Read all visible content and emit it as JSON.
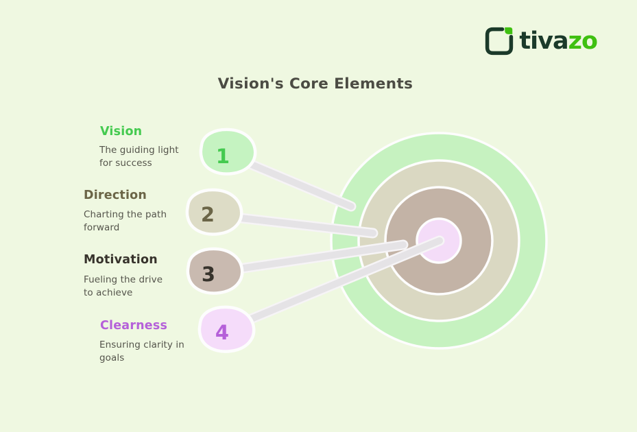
{
  "logo": {
    "brand_dark": "tiva",
    "brand_accent": "zo",
    "dark_color": "#1b3a2a",
    "accent_color": "#3fc011"
  },
  "title": "Vision's Core Elements",
  "items": [
    {
      "number": "1",
      "label": "Vision",
      "description": "The guiding light for success",
      "color": "#45ca50",
      "blob_color": "#c5f3c1"
    },
    {
      "number": "2",
      "label": "Direction",
      "description": "Charting the path forward",
      "color": "#6b6547",
      "blob_color": "#dddcc6"
    },
    {
      "number": "3",
      "label": "Motivation",
      "description": "Fueling the drive to achieve",
      "color": "#37332c",
      "blob_color": "#c9bab0"
    },
    {
      "number": "4",
      "label": "Clearness",
      "description": "Ensuring clarity in goals",
      "color": "#b560d9",
      "blob_color": "#f5dcfa"
    }
  ],
  "target": {
    "rings": [
      {
        "name": "outer-ring",
        "color": "#c6f2c0"
      },
      {
        "name": "second-ring",
        "color": "#dad8c2"
      },
      {
        "name": "third-ring",
        "color": "#c3b3a6"
      },
      {
        "name": "bullseye",
        "color": "#f4dcf8"
      }
    ]
  },
  "colors": {
    "background": "#eff8e1",
    "title": "#4b4b43",
    "description": "#54544b",
    "connector": "#e5e3e6"
  }
}
